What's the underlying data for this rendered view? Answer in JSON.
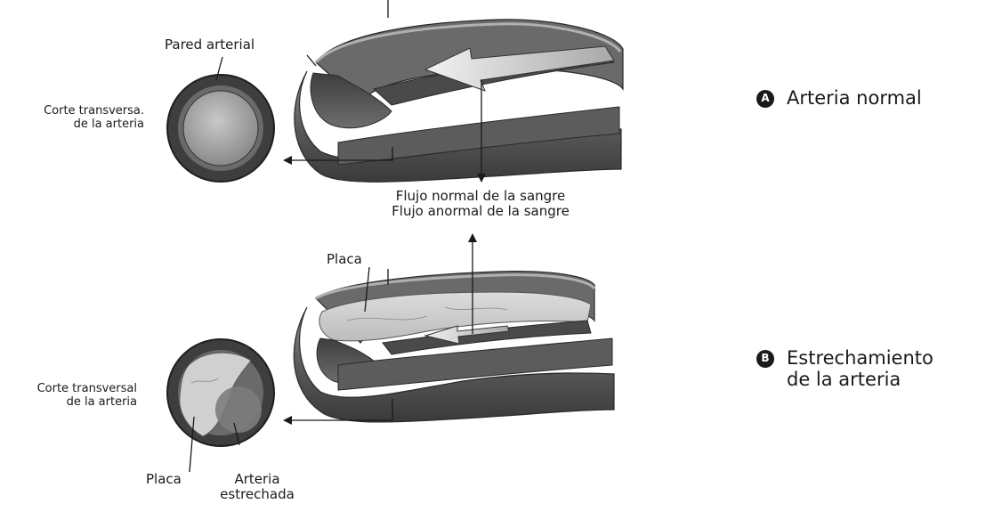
{
  "diagram": {
    "normal": {
      "label_pared": "Pared arterial",
      "cross_section_line1": "Corte transversa.",
      "cross_section_line2": "de la arteria",
      "badge": "A",
      "title": "Arteria normal"
    },
    "flow": {
      "normal": "Flujo normal de la sangre",
      "abnormal": "Flujo anormal de la sangre"
    },
    "narrowed": {
      "label_placa_top": "Placa",
      "cross_section_line1": "Corte transversal",
      "cross_section_line2": "de la arteria",
      "label_placa_bottom": "Placa",
      "label_arteria_line1": "Arteria",
      "label_arteria_line2": "estrechada",
      "badge": "B",
      "title_line1": "Estrechamiento",
      "title_line2": "de la arteria"
    }
  }
}
